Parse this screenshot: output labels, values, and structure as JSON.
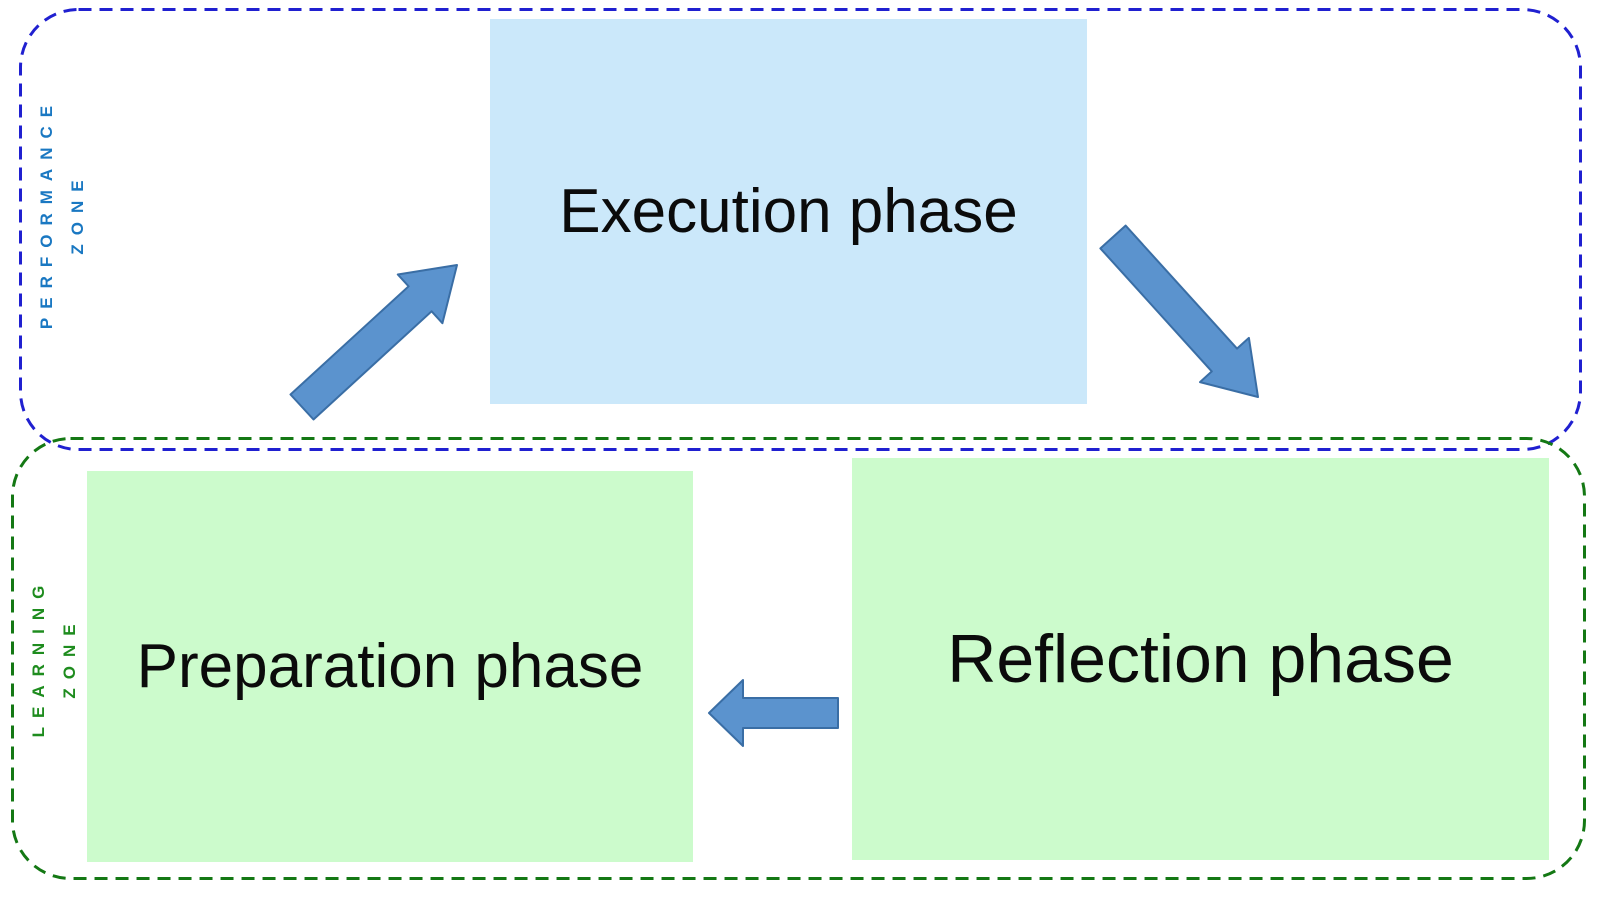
{
  "diagram": {
    "title_hint": "performance-learning cycle",
    "zones": [
      {
        "id": "performance-zone",
        "label_line1": "PERFORMANCE",
        "label_line2": "ZONE",
        "border_color": "#2020d0",
        "label_color": "#1a78c2",
        "border_style": "dashed rounded rectangle"
      },
      {
        "id": "learning-zone",
        "label_line1": "LEARNING",
        "label_line2": "ZONE",
        "border_color": "#147814",
        "label_color": "#1e8c1e",
        "border_style": "dashed rounded rectangle"
      }
    ],
    "phases": [
      {
        "id": "execution",
        "label": "Execution phase",
        "fill": "#cbe8fa",
        "zone": "performance-zone"
      },
      {
        "id": "preparation",
        "label": "Preparation phase",
        "fill": "#ccfbcc",
        "zone": "learning-zone"
      },
      {
        "id": "reflection",
        "label": "Reflection phase",
        "fill": "#ccfbcc",
        "zone": "learning-zone"
      }
    ],
    "arrows": [
      {
        "id": "prep-to-execution",
        "from": "Preparation phase",
        "to": "Execution phase",
        "direction": "up-right"
      },
      {
        "id": "execution-to-reflection",
        "from": "Execution phase",
        "to": "Reflection phase",
        "direction": "down-right"
      },
      {
        "id": "reflection-to-prep",
        "from": "Reflection phase",
        "to": "Preparation phase",
        "direction": "left"
      }
    ],
    "arrow_fill": "#5b93ce",
    "arrow_stroke": "#3a6ea5"
  }
}
